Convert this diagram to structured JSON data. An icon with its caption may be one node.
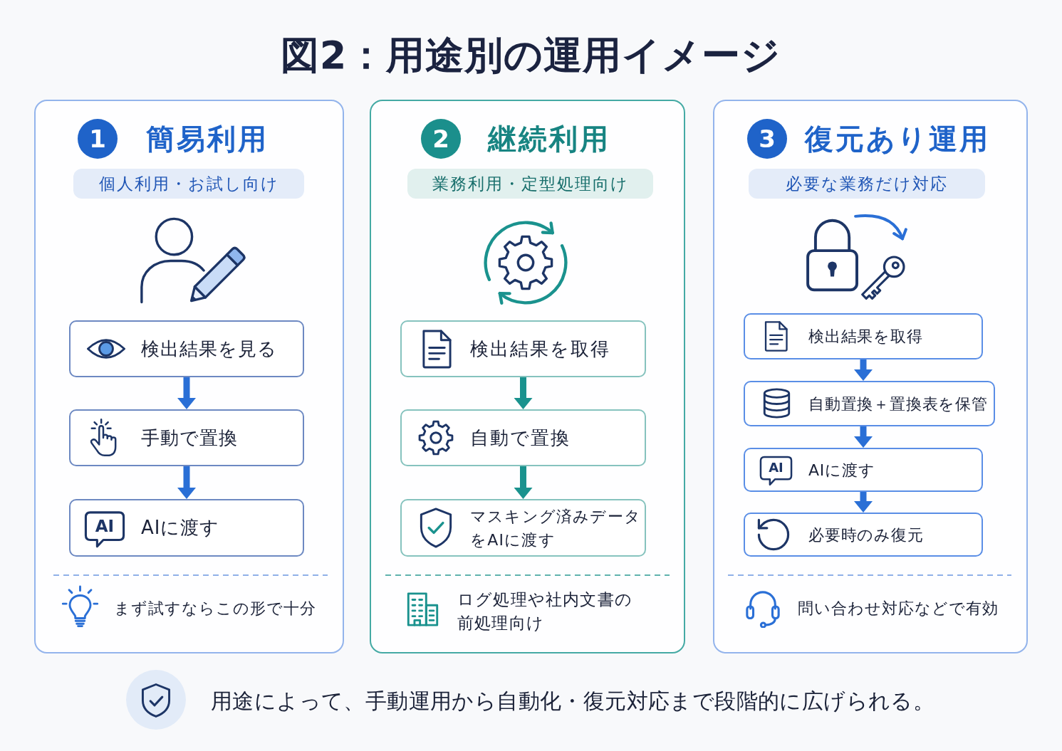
{
  "diagram": {
    "title": "図2：用途別の運用イメージ",
    "nodes": [
      {
        "text": [
          "簡易利用",
          "まず試すならこの形で十分"
        ]
      },
      {
        "text": [
          "1"
        ],
        "in": 0
      },
      {
        "text": [
          "個人利用・お試し向け"
        ],
        "in": 0
      },
      {
        "text": [
          "検出結果を見る"
        ],
        "in": 0
      },
      {
        "text": [
          "手動で置換"
        ],
        "in": 0
      },
      {
        "text": [
          "AI",
          "AIに渡す"
        ],
        "in": 0
      },
      {
        "text": [
          "継続利用",
          "ログ処理や社内文書の前処理向け"
        ]
      },
      {
        "text": [
          "2"
        ],
        "in": 6
      },
      {
        "text": [
          "業務利用・定型処理向け"
        ],
        "in": 6
      },
      {
        "text": [
          "検出結果を取得"
        ],
        "in": 6
      },
      {
        "text": [
          "自動で置換"
        ],
        "in": 6
      },
      {
        "text": [
          "マスキング済みデータをAIに渡す"
        ],
        "in": 6
      },
      {
        "text": [
          "復元あり運用",
          "問い合わせ対応などで有効"
        ]
      },
      {
        "text": [
          "3"
        ],
        "in": 12
      },
      {
        "text": [
          "必要な業務だけ対応"
        ],
        "in": 12
      },
      {
        "text": [
          "検出結果を取得"
        ],
        "in": 12
      },
      {
        "text": [
          "自動置換＋置換表を保管"
        ],
        "in": 12
      },
      {
        "text": [
          "AI",
          "AIに渡す"
        ],
        "in": 12
      },
      {
        "text": [
          "必要時のみ復元"
        ],
        "in": 12
      }
    ],
    "edges": [
      {
        "from": 3,
        "to": 4,
        "arrow": "to"
      },
      {
        "from": 4,
        "to": 5,
        "arrow": "to"
      },
      {
        "from": 9,
        "to": 10,
        "arrow": "to",
        "color": "#1a928e"
      },
      {
        "from": 10,
        "to": 11,
        "arrow": "to",
        "color": "#1a928e"
      },
      {
        "from": 15,
        "to": 16,
        "arrow": "to"
      },
      {
        "from": 16,
        "to": 17,
        "arrow": "to"
      },
      {
        "from": 17,
        "to": 18,
        "arrow": "to"
      }
    ],
    "caption": "用途によって、手動運用から自動化・復元対応まで段階的に広げられる。"
  }
}
